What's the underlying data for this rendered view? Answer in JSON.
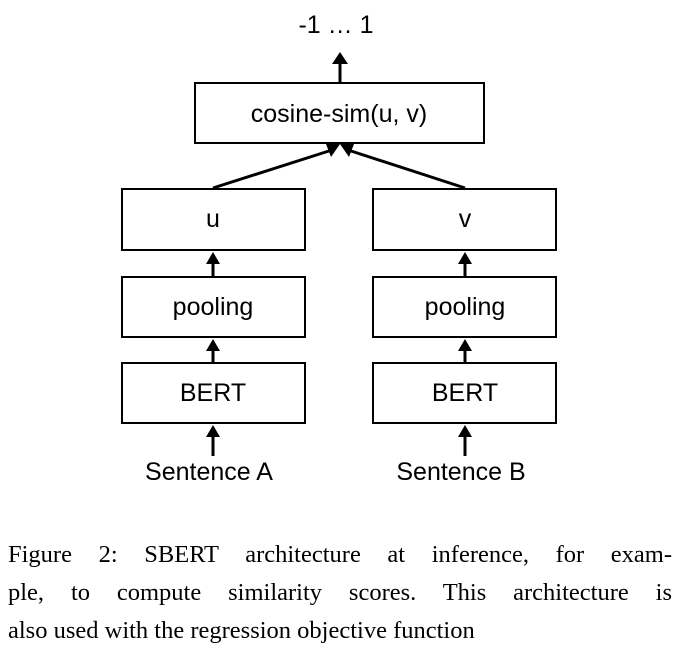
{
  "diagram": {
    "output_range": "-1 … 1",
    "similarity_box": "cosine-sim(u, v)",
    "left_branch": {
      "embedding": "u",
      "pooling": "pooling",
      "encoder": "BERT",
      "input": "Sentence A"
    },
    "right_branch": {
      "embedding": "v",
      "pooling": "pooling",
      "encoder": "BERT",
      "input": "Sentence B"
    }
  },
  "caption": {
    "line1": "Figure 2:  SBERT architecture at inference, for exam-",
    "line2": "ple, to compute similarity scores.  This architecture is",
    "line3": "also used with the regression objective function"
  }
}
